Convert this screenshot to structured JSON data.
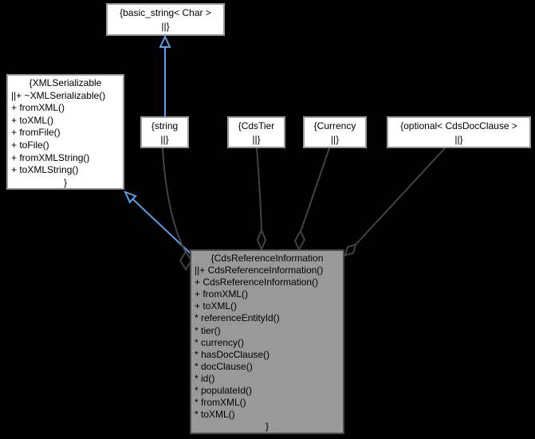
{
  "diagram": {
    "type": "collaboration-graph",
    "background_color": "#000000",
    "colors": {
      "inheritance_edge": "#55A0E8",
      "aggregation_edge": "#434343",
      "node_fill": "#ffffff",
      "node_border": "#9a9a9a",
      "focus_node_fill": "#999999",
      "focus_node_border": "#4a4a4a",
      "node_text": "#000000"
    },
    "nodes": {
      "basic_string": {
        "lines": [
          "{basic_string< Char >",
          "||}"
        ]
      },
      "xml_serializable": {
        "lines": [
          "{XMLSerializable",
          "||+ ~XMLSerializable()",
          "+ fromXML()",
          "+ toXML()",
          "+ fromFile()",
          "+ toFile()",
          "+ fromXMLString()",
          "+ toXMLString()",
          "}"
        ]
      },
      "string": {
        "lines": [
          "{string",
          "||}"
        ]
      },
      "cds_tier": {
        "lines": [
          "{CdsTier",
          "||}"
        ]
      },
      "currency": {
        "lines": [
          "{Currency",
          "||}"
        ]
      },
      "optional_cds_doc_clause": {
        "lines": [
          "{optional< CdsDocClause >",
          "||}"
        ]
      },
      "cds_reference_information": {
        "lines": [
          "{CdsReferenceInformation",
          "||+ CdsReferenceInformation()",
          "+ CdsReferenceInformation()",
          "+ fromXML()",
          "+ toXML()",
          "* referenceEntityId()",
          "* tier()",
          "* currency()",
          "* hasDocClause()",
          "* docClause()",
          "* id()",
          "* populateId()",
          "* fromXML()",
          "* toXML()",
          "}"
        ]
      }
    },
    "edges": [
      {
        "from": "string",
        "to": "basic_string< Char >",
        "type": "inheritance"
      },
      {
        "from": "CdsReferenceInformation",
        "to": "XMLSerializable",
        "type": "inheritance"
      },
      {
        "from": "CdsReferenceInformation",
        "to": "string",
        "type": "aggregation"
      },
      {
        "from": "CdsReferenceInformation",
        "to": "CdsTier",
        "type": "aggregation"
      },
      {
        "from": "CdsReferenceInformation",
        "to": "Currency",
        "type": "aggregation"
      },
      {
        "from": "CdsReferenceInformation",
        "to": "optional< CdsDocClause >",
        "type": "aggregation"
      }
    ]
  }
}
